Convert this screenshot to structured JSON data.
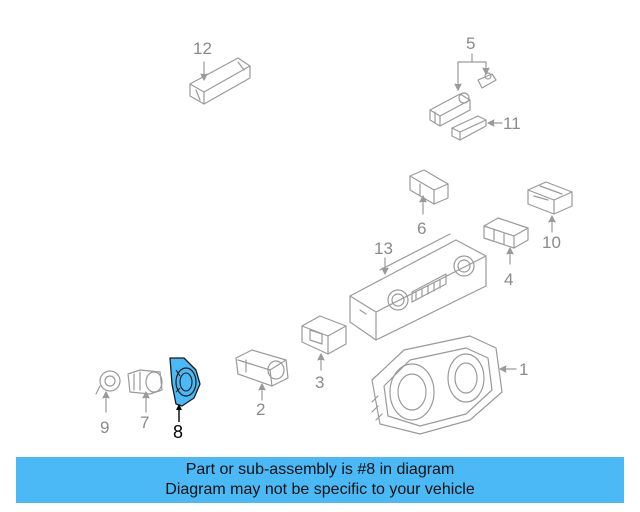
{
  "callouts": {
    "n1": "1",
    "n2": "2",
    "n3": "3",
    "n4": "4",
    "n5": "5",
    "n6": "6",
    "n7": "7",
    "n8": "8",
    "n9": "9",
    "n10": "10",
    "n11": "11",
    "n12": "12",
    "n13": "13"
  },
  "highlighted_part": "8",
  "colors": {
    "highlight_fill": "#4bb9f5",
    "banner_bg": "#4bb9f5",
    "line_art": "#9a9a9a",
    "callout_text": "#8a8a8a"
  },
  "banner": {
    "line1": "Part or sub-assembly is #8 in diagram",
    "line2": "Diagram may not be specific to your vehicle"
  }
}
